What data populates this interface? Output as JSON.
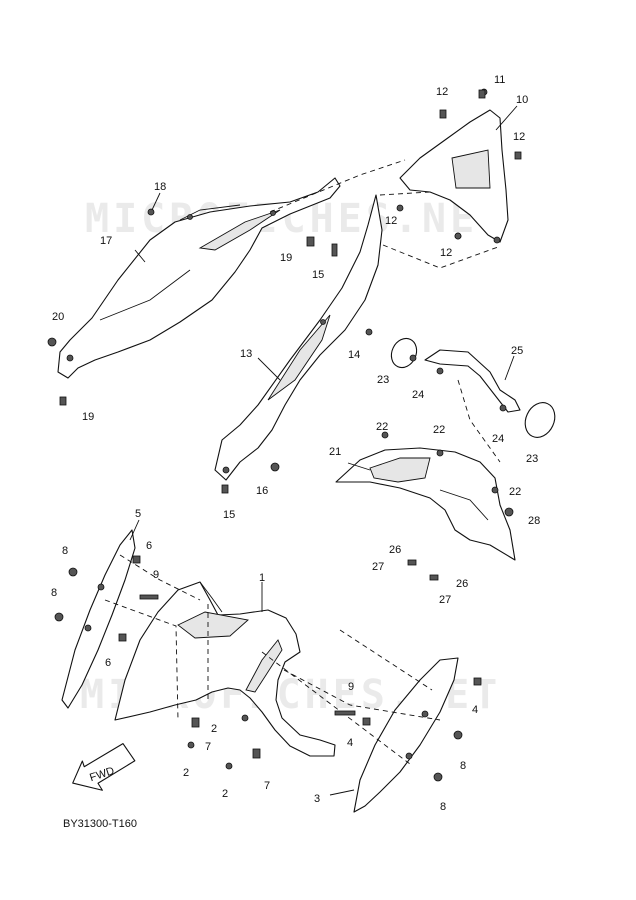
{
  "diagram_code": "BY31300-T160",
  "watermark": "MICROFICHES.NET",
  "fwd_label": "FWD",
  "callouts": [
    "1",
    "2",
    "2",
    "2",
    "3",
    "4",
    "4",
    "5",
    "6",
    "6",
    "7",
    "7",
    "8",
    "8",
    "8",
    "8",
    "9",
    "9",
    "10",
    "11",
    "12",
    "12",
    "12",
    "12",
    "13",
    "14",
    "15",
    "15",
    "16",
    "17",
    "18",
    "19",
    "19",
    "20",
    "21",
    "22",
    "22",
    "22",
    "23",
    "23",
    "24",
    "24",
    "25",
    "26",
    "26",
    "27",
    "27",
    "28"
  ]
}
